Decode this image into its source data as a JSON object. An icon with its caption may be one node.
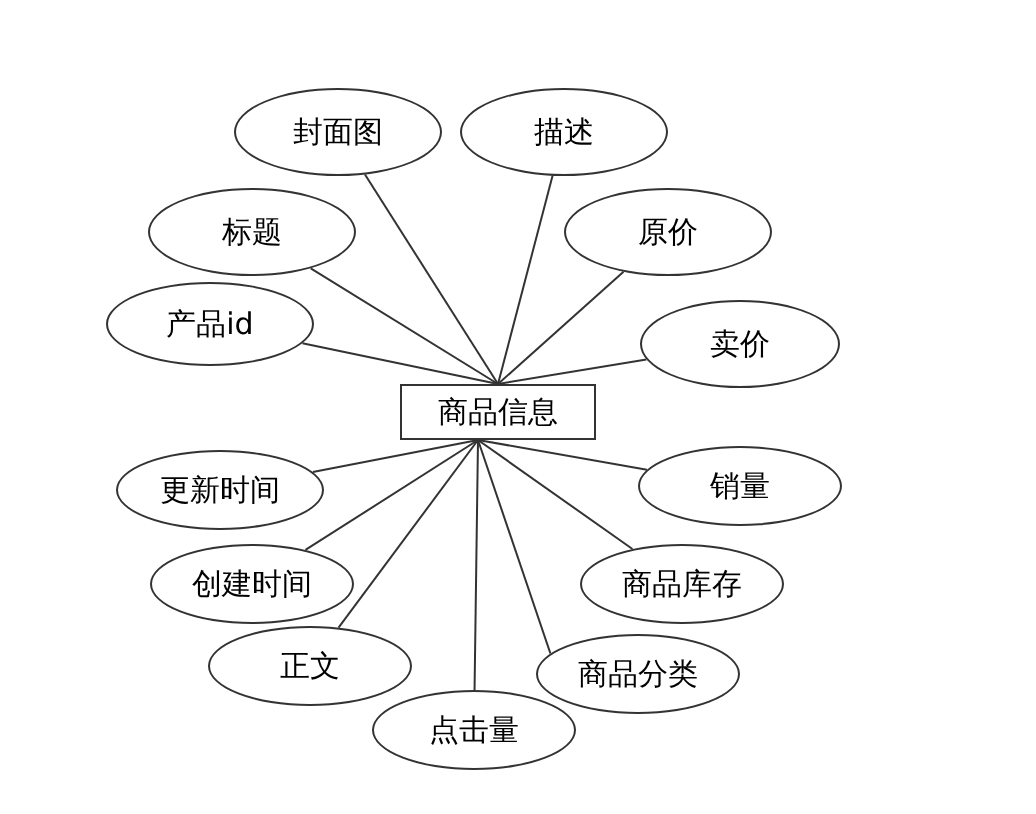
{
  "diagram": {
    "nodes": [
      {
        "text": [
          "商品信息"
        ]
      },
      {
        "text": [
          "封面图"
        ]
      },
      {
        "text": [
          "描述"
        ]
      },
      {
        "text": [
          "标题"
        ]
      },
      {
        "text": [
          "原价"
        ]
      },
      {
        "text": [
          "产品id"
        ]
      },
      {
        "text": [
          "卖价"
        ]
      },
      {
        "text": [
          "更新时间"
        ]
      },
      {
        "text": [
          "销量"
        ]
      },
      {
        "text": [
          "创建时间"
        ]
      },
      {
        "text": [
          "商品库存"
        ]
      },
      {
        "text": [
          "正文"
        ]
      },
      {
        "text": [
          "商品分类"
        ]
      },
      {
        "text": [
          "点击量"
        ]
      }
    ],
    "edges": [
      {
        "from": 0,
        "to": 1,
        "arrow": "none"
      },
      {
        "from": 0,
        "to": 2,
        "arrow": "none"
      },
      {
        "from": 0,
        "to": 3,
        "arrow": "none"
      },
      {
        "from": 0,
        "to": 4,
        "arrow": "none"
      },
      {
        "from": 0,
        "to": 5,
        "arrow": "none"
      },
      {
        "from": 0,
        "to": 6,
        "arrow": "none"
      },
      {
        "from": 0,
        "to": 7,
        "arrow": "none"
      },
      {
        "from": 0,
        "to": 8,
        "arrow": "none"
      },
      {
        "from": 0,
        "to": 9,
        "arrow": "none"
      },
      {
        "from": 0,
        "to": 10,
        "arrow": "none"
      },
      {
        "from": 0,
        "to": 11,
        "arrow": "none"
      },
      {
        "from": 0,
        "to": 12,
        "arrow": "none"
      },
      {
        "from": 0,
        "to": 13,
        "arrow": "none"
      }
    ]
  }
}
